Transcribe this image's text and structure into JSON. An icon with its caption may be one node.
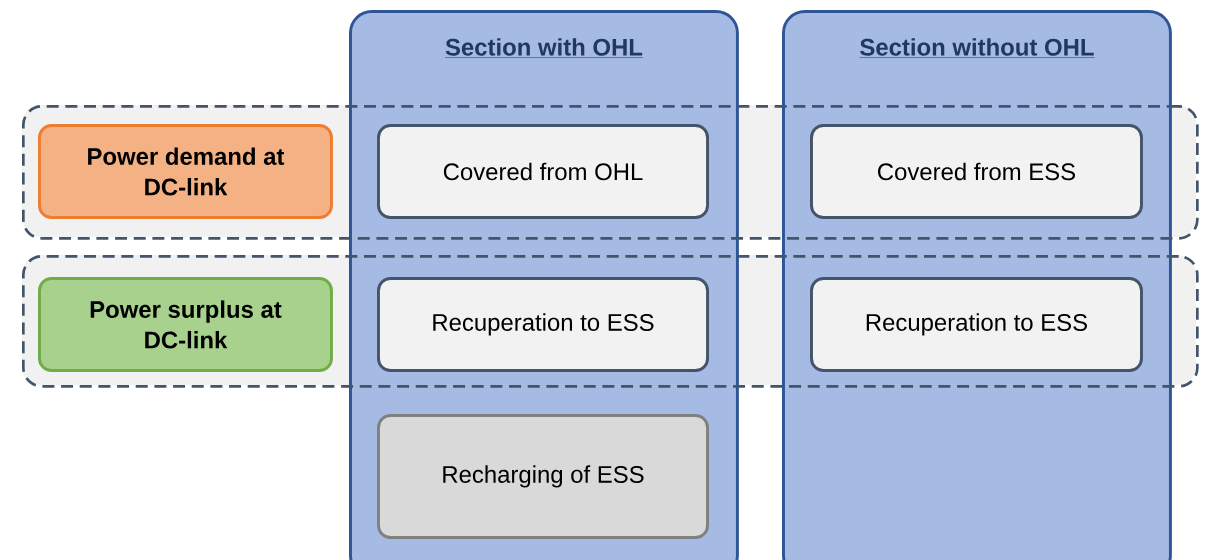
{
  "diagram": {
    "nodes": [
      {
        "text": [
          "Section with OHL"
        ]
      },
      {
        "text": [
          "Section without OHL"
        ]
      },
      {
        "text": [],
        "shape": "box"
      },
      {
        "text": [],
        "shape": "box"
      },
      {
        "text": [
          "Power demand at DC-link"
        ],
        "in": 2
      },
      {
        "text": [
          "Covered from OHL"
        ]
      },
      {
        "text": [
          "Covered from ESS"
        ]
      },
      {
        "text": [
          "Power surplus at DC-link"
        ],
        "in": 3
      },
      {
        "text": [
          "Recuperation to ESS"
        ]
      },
      {
        "text": [
          "Recuperation to ESS"
        ]
      },
      {
        "text": [
          "Recharging of ESS"
        ],
        "in": 0
      }
    ]
  }
}
